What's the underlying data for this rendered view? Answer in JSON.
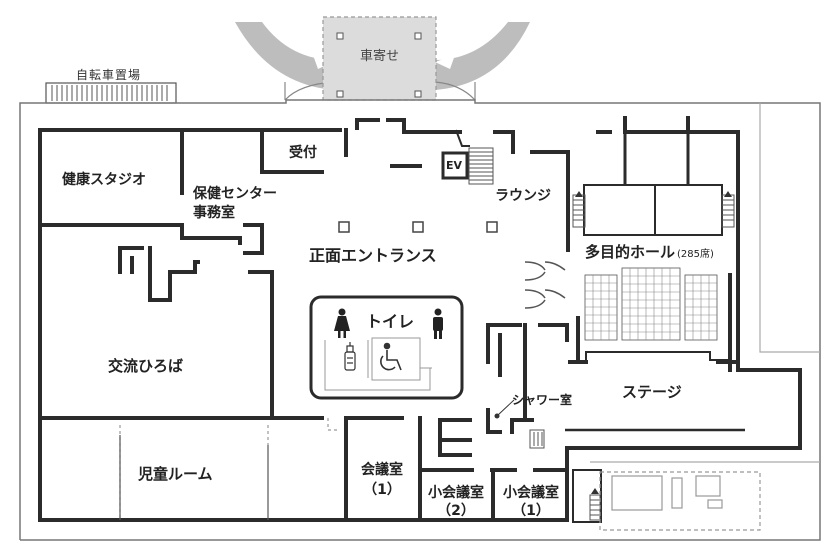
{
  "labels": {
    "bicycle_parking": "自転車置場",
    "car_drop": "車寄せ",
    "reception": "受付",
    "ev": "EV",
    "lounge": "ラウンジ",
    "health_studio": "健康スタジオ",
    "health_center_office": "保健センター\n事務室",
    "main_entrance": "正面エントランス",
    "multipurpose_hall": "多目的ホール",
    "hall_capacity": "(285席)",
    "toilet": "トイレ",
    "exchange_plaza": "交流ひろば",
    "shower_room": "シャワー室",
    "stage": "ステージ",
    "childrens_room": "児童ルーム",
    "meeting_room_1": "会議室\n（1）",
    "small_meeting_room_2": "小会議室\n（2）",
    "small_meeting_room_1": "小会議室\n（1）"
  },
  "colors": {
    "wall": "#2b2b2b",
    "thin_line": "#888888",
    "canopy": "#bdbdbd",
    "drop_area": "#dcdcdc",
    "dashed": "#999999"
  },
  "icons": [
    "female-toilet-icon",
    "male-toilet-icon",
    "wheelchair-icon",
    "baby-bottle-icon",
    "stairs-icon",
    "arrow-icon"
  ]
}
